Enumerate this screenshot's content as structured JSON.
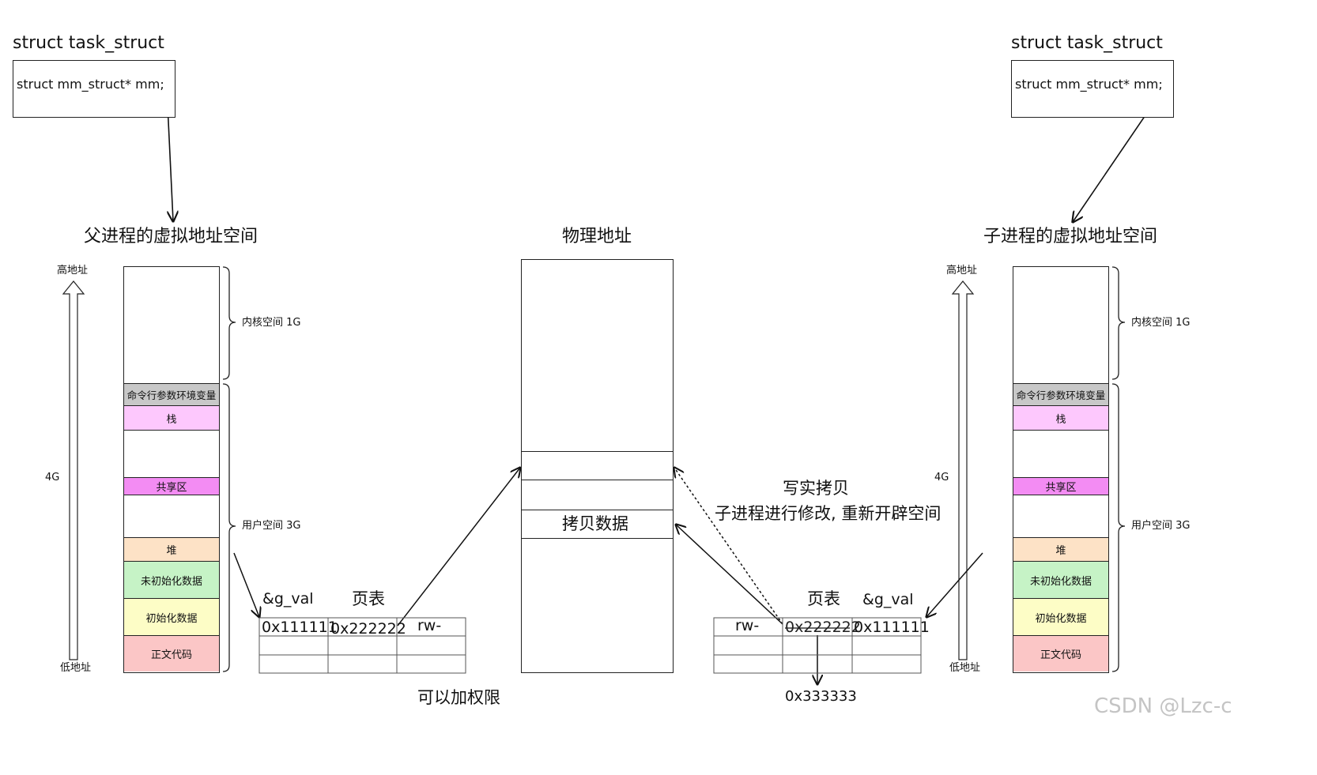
{
  "parent": {
    "struct_title": "struct task_struct",
    "struct_field": "struct mm_struct* mm;",
    "space_title": "父进程的虚拟地址空间",
    "high_addr": "高地址",
    "low_addr": "低地址",
    "size_label": "4G",
    "kernel_label": "内核空间 1G",
    "user_label": "用户空间 3G",
    "segments": {
      "args_env": "命令行参数环境变量",
      "stack": "栈",
      "shared": "共享区",
      "heap": "堆",
      "bss": "未初始化数据",
      "data": "初始化数据",
      "text": "正文代码"
    },
    "page_table": {
      "var_label": "&g_val",
      "title": "页表",
      "virt_addr": "0x111111",
      "phys_addr": "0x222222",
      "perm": "rw-",
      "note": "可以加权限"
    }
  },
  "child": {
    "struct_title": "struct task_struct",
    "struct_field": "struct mm_struct* mm;",
    "space_title": "子进程的虚拟地址空间",
    "high_addr": "高地址",
    "low_addr": "低地址",
    "size_label": "4G",
    "kernel_label": "内核空间 1G",
    "user_label": "用户空间 3G",
    "segments": {
      "args_env": "命令行参数环境变量",
      "stack": "栈",
      "shared": "共享区",
      "heap": "堆",
      "bss": "未初始化数据",
      "data": "初始化数据",
      "text": "正文代码"
    },
    "page_table": {
      "var_label": "&g_val",
      "title": "页表",
      "perm": "rw-",
      "old_phys_addr": "0x222222",
      "virt_addr": "0x111111",
      "new_phys_addr": "0x333333"
    }
  },
  "physical": {
    "title": "物理地址",
    "copy_block": "拷贝数据"
  },
  "cow": {
    "title": "写实拷贝",
    "desc": "子进程进行修改, 重新开辟空间"
  },
  "watermark": "CSDN @Lzc-c",
  "colors": {
    "args_env": "#c8c8c8",
    "stack": "#fdc8fd",
    "shared": "#f38cf3",
    "heap": "#fde2c6",
    "bss": "#c6f3c6",
    "data": "#fdfdc6",
    "text": "#fbc6c6",
    "arrow_blue": "#5050e8"
  }
}
